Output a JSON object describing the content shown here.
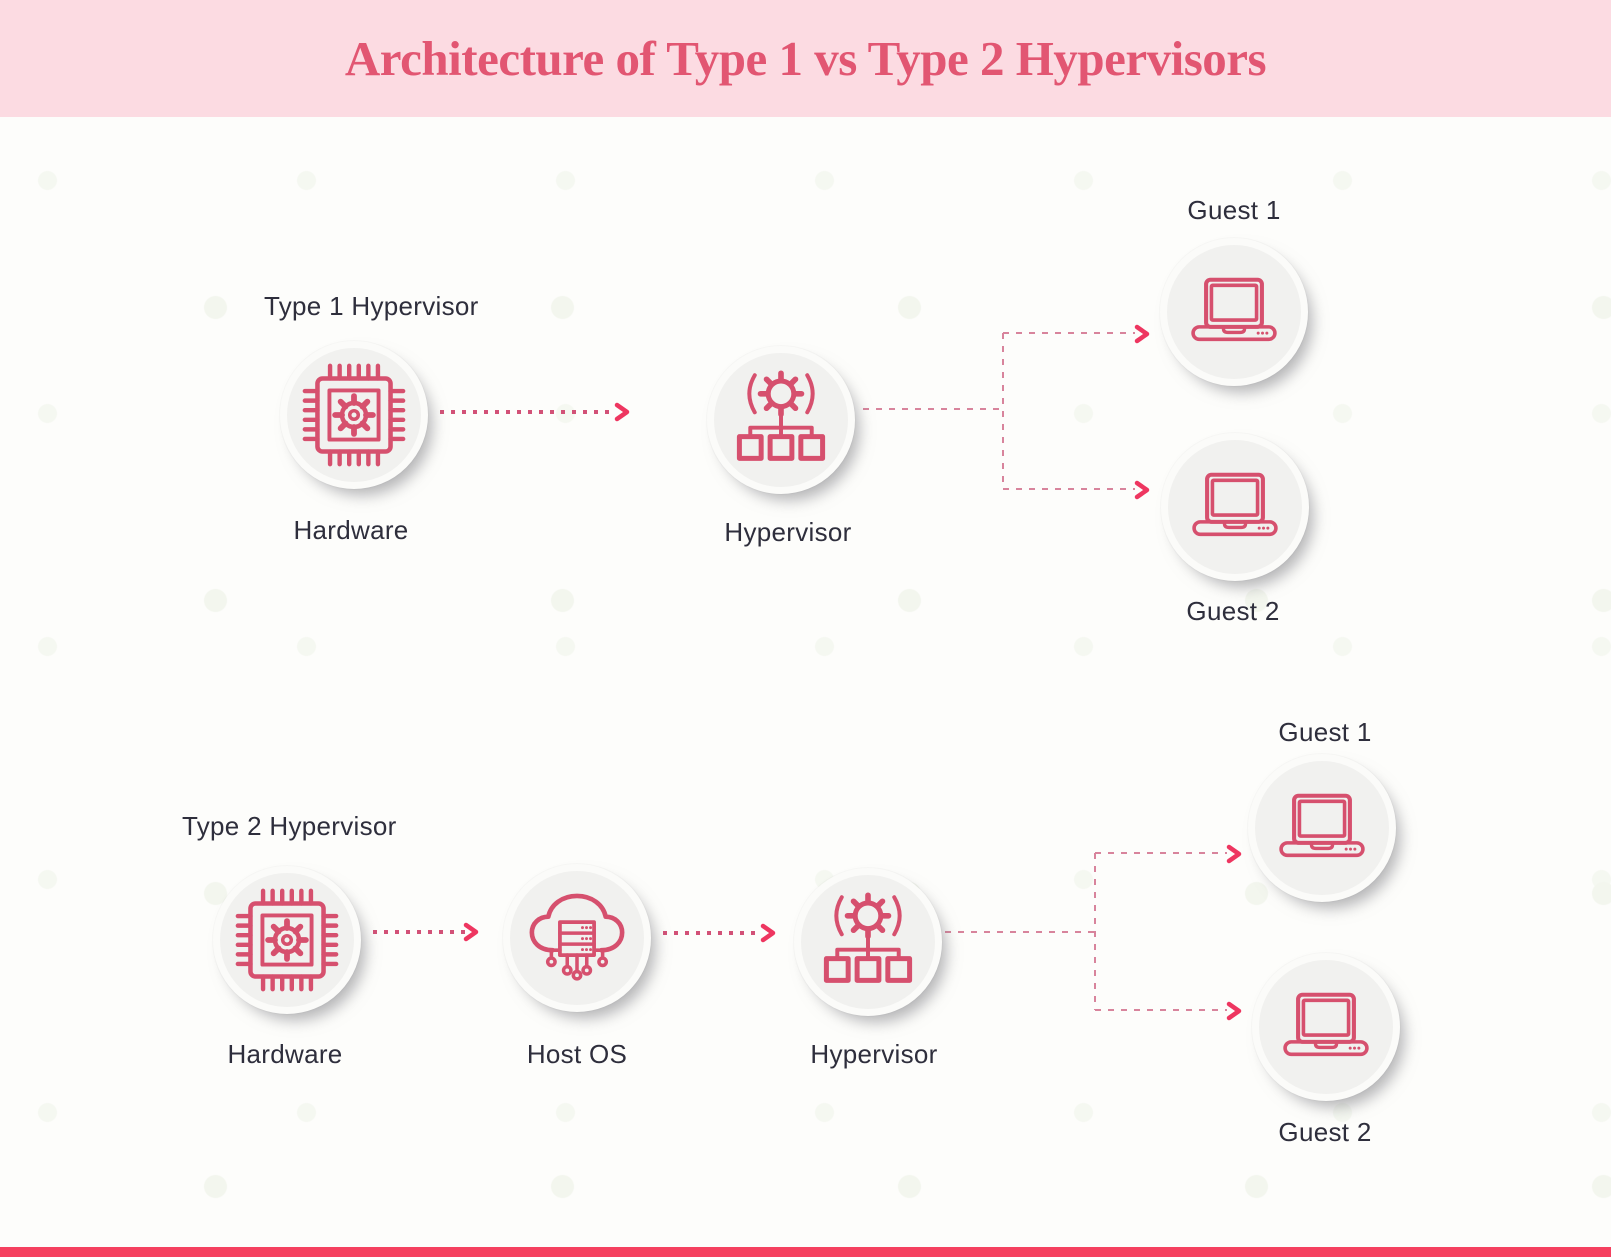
{
  "header": {
    "title": "Architecture of Type 1 vs Type 2 Hypervisors"
  },
  "sections": {
    "type1": {
      "label": "Type 1 Hypervisor",
      "nodes": [
        {
          "label": "Hardware",
          "icon": "chip-icon"
        },
        {
          "label": "Hypervisor",
          "icon": "hypervisor-gear-icon"
        }
      ],
      "guests": [
        {
          "label": "Guest 1",
          "icon": "laptop-icon"
        },
        {
          "label": "Guest 2",
          "icon": "laptop-icon"
        }
      ]
    },
    "type2": {
      "label": "Type 2 Hypervisor",
      "nodes": [
        {
          "label": "Hardware",
          "icon": "chip-icon"
        },
        {
          "label": "Host OS",
          "icon": "cloud-server-icon"
        },
        {
          "label": "Hypervisor",
          "icon": "hypervisor-gear-icon"
        }
      ],
      "guests": [
        {
          "label": "Guest 1",
          "icon": "laptop-icon"
        },
        {
          "label": "Guest 2",
          "icon": "laptop-icon"
        }
      ]
    }
  },
  "colors": {
    "header_bg": "#FCDBE2",
    "title": "#E25672",
    "label_text": "#2E2E3C",
    "icon_stroke": "#D6506E",
    "arrow_dot": "#D25177",
    "branch_dash": "#D8849C",
    "arrowhead": "#EE3660",
    "circle_fill": "#F1F1EF",
    "footer_bar": "#F5405F",
    "background": "#FDFDFB"
  }
}
